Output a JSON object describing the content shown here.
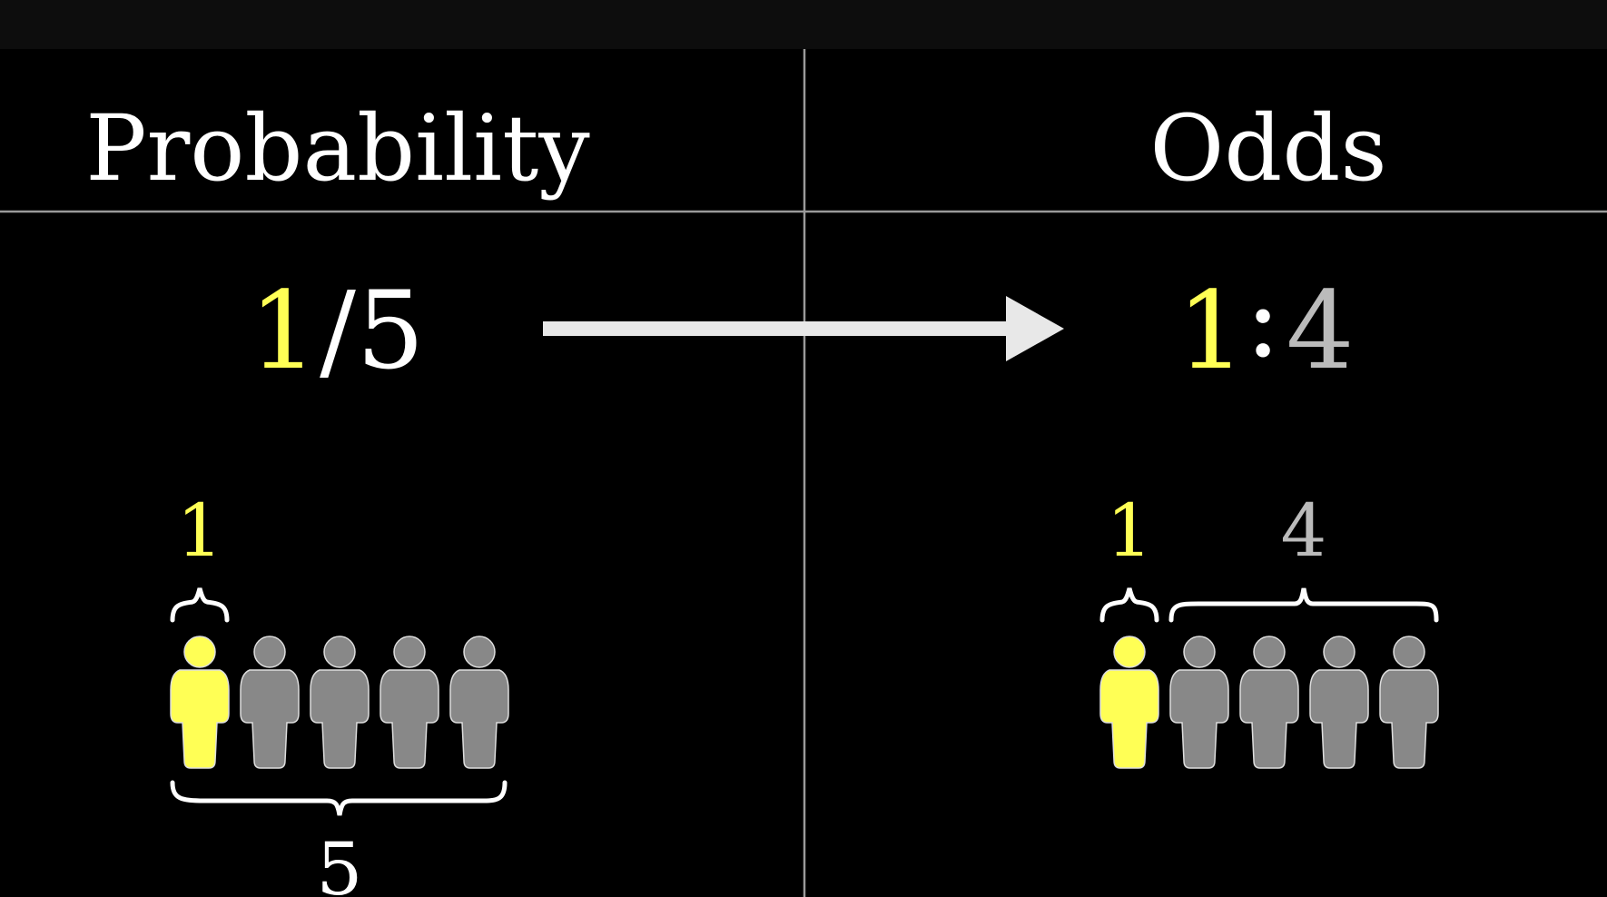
{
  "colors": {
    "background": "#000000",
    "top_bar": "#0d0d0d",
    "divider": "#9a9a9a",
    "text": "#ffffff",
    "highlight": "#ffff55",
    "gray_person": "#888888",
    "arrow": "#e8e8e8"
  },
  "left": {
    "heading": "Probability",
    "fraction": {
      "numerator": "1",
      "slash": "/",
      "denominator": "5"
    },
    "top_count": "1",
    "bottom_count": "5",
    "people": {
      "highlighted": 1,
      "gray": 4
    }
  },
  "right": {
    "heading": "Odds",
    "ratio": {
      "left": "1",
      "colon": ":",
      "right": "4"
    },
    "count_highlighted": "1",
    "count_gray": "4",
    "people": {
      "highlighted": 1,
      "gray": 4
    }
  }
}
